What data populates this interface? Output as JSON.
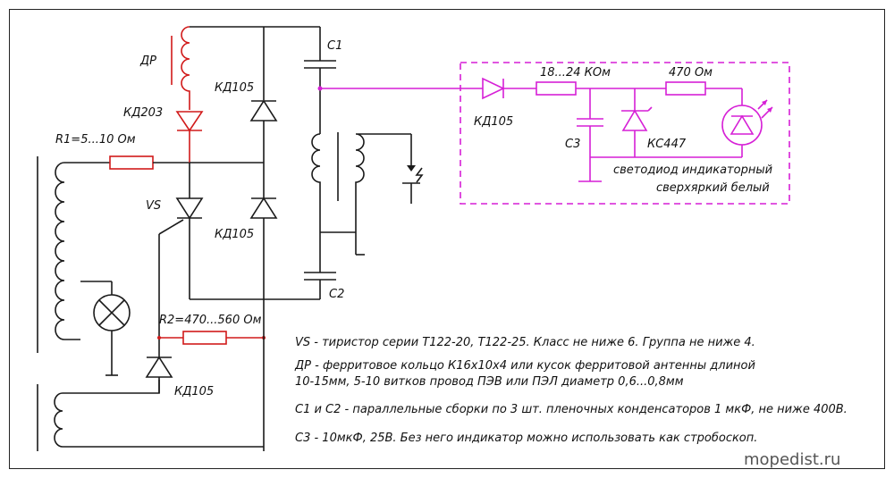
{
  "labels": {
    "dr": "ДР",
    "kd203": "КД203",
    "r1": "R1=5...10 Ом",
    "vs": "VS",
    "kd105_top": "КД105",
    "kd105_mid": "КД105",
    "r2": "R2=470...560 Ом",
    "kd105_bottom": "КД105",
    "c1": "C1",
    "c2": "C2",
    "kd105_ind": "КД105",
    "r_18_24": "18...24 КОм",
    "r_470": "470 Ом",
    "c3": "C3",
    "kc447": "КС447",
    "led_line1": "светодиод индикаторный",
    "led_line2": "сверхяркий белый"
  },
  "notes": [
    "VS - тиристор серии Т122-20, Т122-25. Класс не ниже 6. Группа не ниже 4.",
    "ДР - ферритовое кольцо К16х10х4 или кусок ферритовой антенны длиной",
    "10-15мм, 5-10 витков провод ПЭВ или ПЭЛ диаметр 0,6...0,8мм",
    "C1 и C2 - параллельные сборки по 3 шт.  пленочных конденсаторов 1 мкФ, не ниже 400В.",
    "C3 - 10мкФ, 25В.     Без него индикатор можно использовать как стробоскоп."
  ],
  "watermark": "mopedist.ru",
  "colors": {
    "wire": "#1a1a1a",
    "red_branch": "#d11a1a",
    "indicator": "#d61fd6"
  }
}
